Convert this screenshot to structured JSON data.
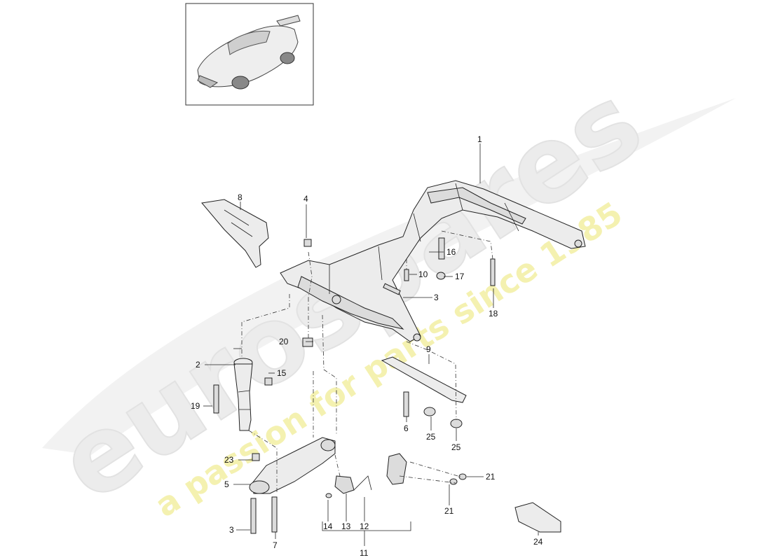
{
  "watermark": {
    "brand": "eurospares",
    "tagline": "a passion for parts since 1985"
  },
  "callouts": [
    "1",
    "2",
    "3",
    "3",
    "4",
    "5",
    "6",
    "7",
    "8",
    "9",
    "10",
    "11",
    "12",
    "13",
    "14",
    "15",
    "16",
    "17",
    "18",
    "19",
    "20",
    "21",
    "21",
    "23",
    "24",
    "25",
    "25"
  ],
  "colors": {
    "line": "#222222",
    "part_fill": "#ececec",
    "watermark_gray": "#e8e8e8",
    "watermark_yellow": "#f3f0a8"
  }
}
